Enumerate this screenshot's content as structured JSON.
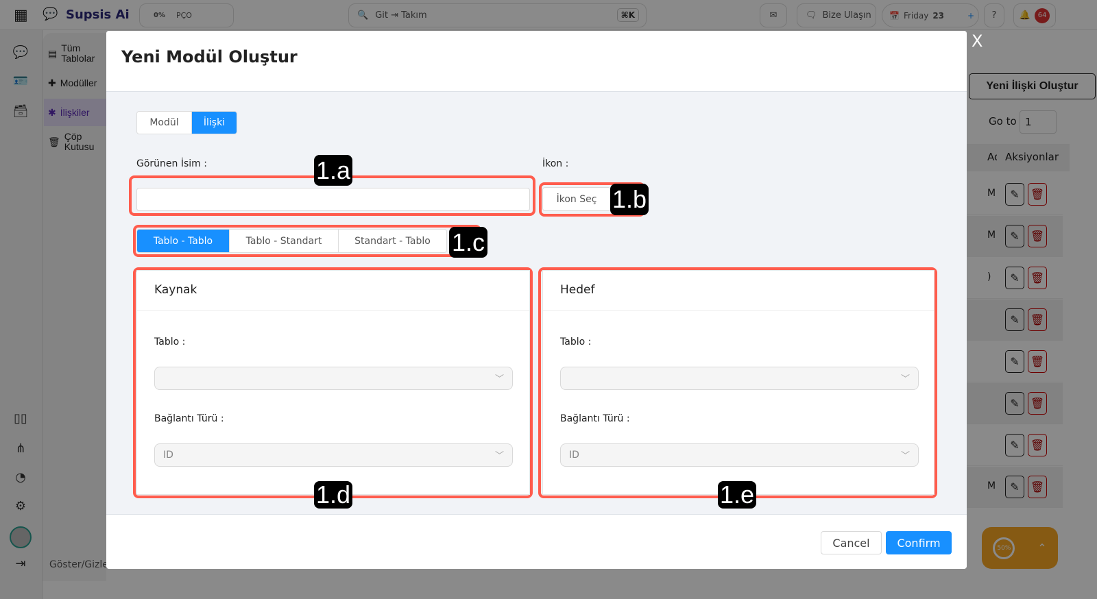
{
  "topbar": {
    "brand": "Supsis Ai",
    "progress": "0%",
    "progress_label": "PÇO",
    "search_placeholder": "Git ⇥ Takım",
    "shortcut": "⌘K",
    "contact": "Bize Ulaşın",
    "day": "Friday",
    "date": "23",
    "notifications": "64"
  },
  "sidebar": {
    "items": [
      {
        "label": "Tüm Tablolar"
      },
      {
        "label": "Modüller"
      },
      {
        "label": "İlişkiler"
      },
      {
        "label": "Çöp Kutusu"
      }
    ],
    "toggle": "Göster/Gizle"
  },
  "page": {
    "create_button": "Yeni İlişki Oluştur",
    "goto_label": "Go to",
    "goto_value": "1",
    "col_short": "Ad",
    "col_actions": "Aksiyonlar",
    "row_marks": [
      "M",
      "M",
      ")",
      "",
      "",
      "",
      "",
      "M"
    ],
    "progress_widget": "50%"
  },
  "modal": {
    "title": "Yeni Modül Oluştur",
    "close": "X",
    "type_tabs": [
      "Modül",
      "İlişki"
    ],
    "name_label": "Görünen İsim :",
    "name_value": "",
    "icon_label": "İkon :",
    "icon_button": "İkon Seç",
    "relation_tabs": [
      "Tablo - Tablo",
      "Tablo - Standart",
      "Standart - Tablo"
    ],
    "source": {
      "title": "Kaynak",
      "table_label": "Tablo :",
      "table_value": "",
      "link_label": "Bağlantı Türü :",
      "link_value": "ID"
    },
    "target": {
      "title": "Hedef",
      "table_label": "Tablo :",
      "table_value": "",
      "link_label": "Bağlantı Türü :",
      "link_value": "ID"
    },
    "cancel": "Cancel",
    "confirm": "Confirm"
  },
  "annotations": [
    "1.a",
    "1.b",
    "1.c",
    "1.d",
    "1.e"
  ],
  "colors": {
    "accent": "#1890ff",
    "annotation": "#ff5c4d"
  }
}
